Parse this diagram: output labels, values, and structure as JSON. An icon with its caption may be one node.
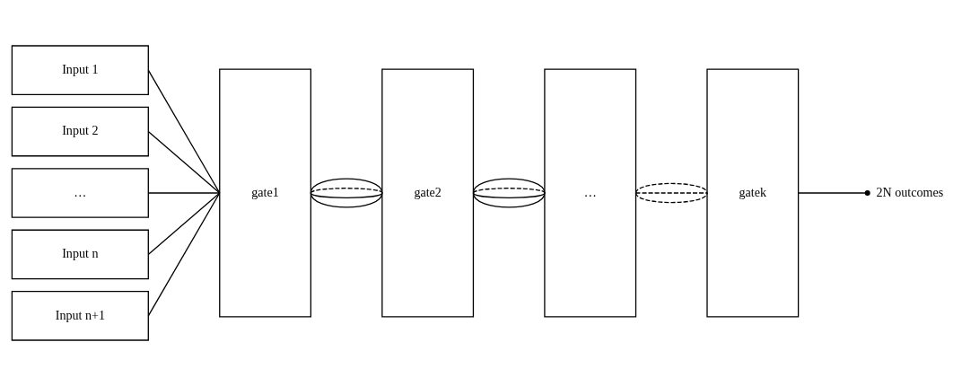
{
  "diagram": {
    "nodes": [
      {
        "text": [
          "Input 1"
        ]
      },
      {
        "text": [
          "Input 2"
        ]
      },
      {
        "text": [
          "…"
        ]
      },
      {
        "text": [
          "Input n"
        ]
      },
      {
        "text": [
          "Input n+1"
        ]
      },
      {
        "text": [
          "gate1"
        ]
      },
      {
        "text": [
          "gate2"
        ]
      },
      {
        "text": [
          "…"
        ]
      },
      {
        "text": [
          "gatek"
        ]
      },
      {
        "text": [
          "2N outcomes"
        ]
      }
    ],
    "edges": [
      {
        "from": 0,
        "to": 5,
        "arrow": "none"
      },
      {
        "from": 1,
        "to": 5,
        "arrow": "none"
      },
      {
        "from": 2,
        "to": 5,
        "arrow": "none"
      },
      {
        "from": 3,
        "to": 5,
        "arrow": "none"
      },
      {
        "from": 4,
        "to": 5,
        "arrow": "none"
      },
      {
        "from": 5,
        "to": 6,
        "arrow": "none"
      },
      {
        "from": 5,
        "to": 6,
        "arrow": "none"
      },
      {
        "from": 5,
        "to": 6,
        "arrow": "none",
        "style": "dashed"
      },
      {
        "from": 5,
        "to": 6,
        "arrow": "none"
      },
      {
        "from": 6,
        "to": 7,
        "arrow": "none"
      },
      {
        "from": 6,
        "to": 7,
        "arrow": "none"
      },
      {
        "from": 6,
        "to": 7,
        "arrow": "none",
        "style": "dashed"
      },
      {
        "from": 6,
        "to": 7,
        "arrow": "none"
      },
      {
        "from": 7,
        "to": 8,
        "arrow": "none",
        "style": "dashed"
      },
      {
        "from": 7,
        "to": 8,
        "arrow": "none",
        "style": "dashed"
      },
      {
        "from": 7,
        "to": 8,
        "arrow": "none",
        "style": "dashed"
      },
      {
        "from": 8,
        "to": 9,
        "arrow": "other"
      }
    ]
  }
}
